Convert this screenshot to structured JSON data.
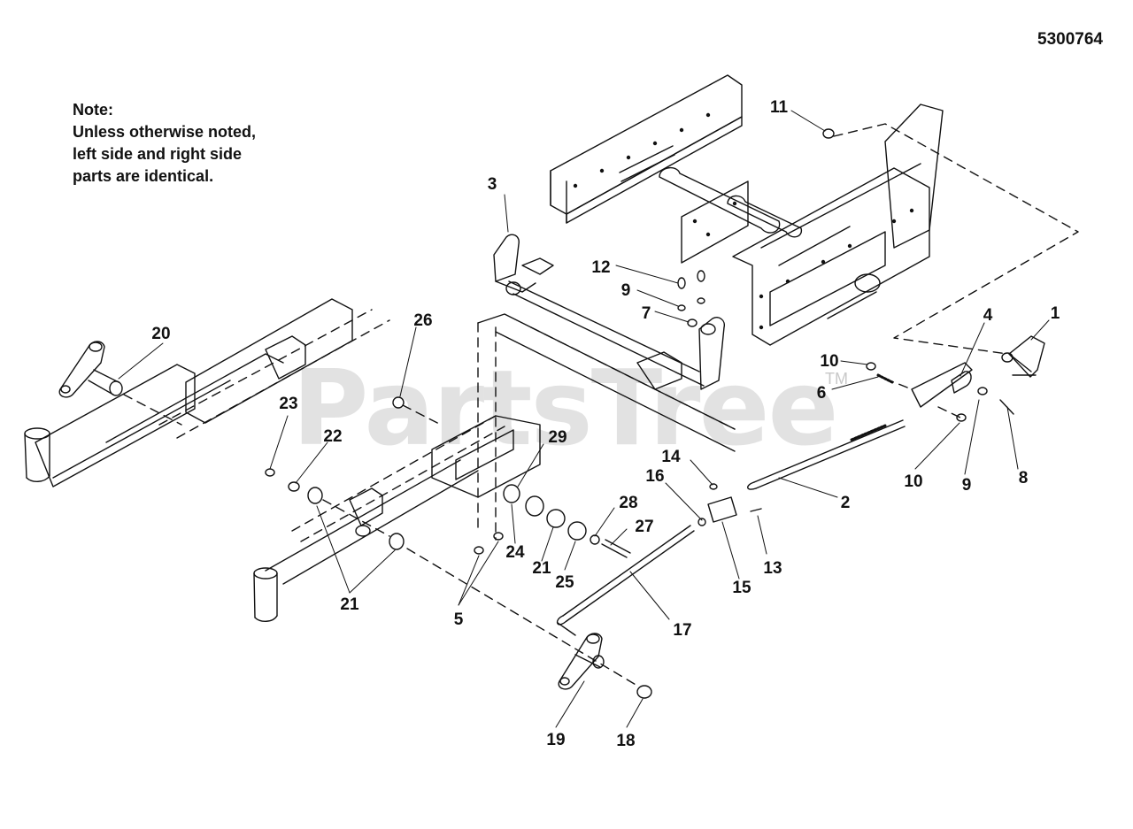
{
  "diagram_id": "5300764",
  "note": {
    "heading": "Note:",
    "lines": [
      "Unless otherwise noted,",
      "left side and right side",
      "parts are identical."
    ]
  },
  "watermark": {
    "text": "PartsTree",
    "trademark": "TM"
  },
  "callouts": [
    {
      "id": "c1",
      "label": "1"
    },
    {
      "id": "c2",
      "label": "2"
    },
    {
      "id": "c3",
      "label": "3"
    },
    {
      "id": "c4",
      "label": "4"
    },
    {
      "id": "c5",
      "label": "5"
    },
    {
      "id": "c6",
      "label": "6"
    },
    {
      "id": "c7",
      "label": "7"
    },
    {
      "id": "c8",
      "label": "8"
    },
    {
      "id": "c9a",
      "label": "9"
    },
    {
      "id": "c9b",
      "label": "9"
    },
    {
      "id": "c10a",
      "label": "10"
    },
    {
      "id": "c10b",
      "label": "10"
    },
    {
      "id": "c11",
      "label": "11"
    },
    {
      "id": "c12",
      "label": "12"
    },
    {
      "id": "c13",
      "label": "13"
    },
    {
      "id": "c14",
      "label": "14"
    },
    {
      "id": "c15",
      "label": "15"
    },
    {
      "id": "c16",
      "label": "16"
    },
    {
      "id": "c17",
      "label": "17"
    },
    {
      "id": "c18",
      "label": "18"
    },
    {
      "id": "c19",
      "label": "19"
    },
    {
      "id": "c20",
      "label": "20"
    },
    {
      "id": "c21a",
      "label": "21"
    },
    {
      "id": "c21b",
      "label": "21"
    },
    {
      "id": "c22",
      "label": "22"
    },
    {
      "id": "c23",
      "label": "23"
    },
    {
      "id": "c24",
      "label": "24"
    },
    {
      "id": "c25",
      "label": "25"
    },
    {
      "id": "c26",
      "label": "26"
    },
    {
      "id": "c27",
      "label": "27"
    },
    {
      "id": "c28",
      "label": "28"
    },
    {
      "id": "c29",
      "label": "29"
    }
  ],
  "colors": {
    "line": "#111111",
    "watermark": "#d9d9d9",
    "background": "#ffffff"
  }
}
